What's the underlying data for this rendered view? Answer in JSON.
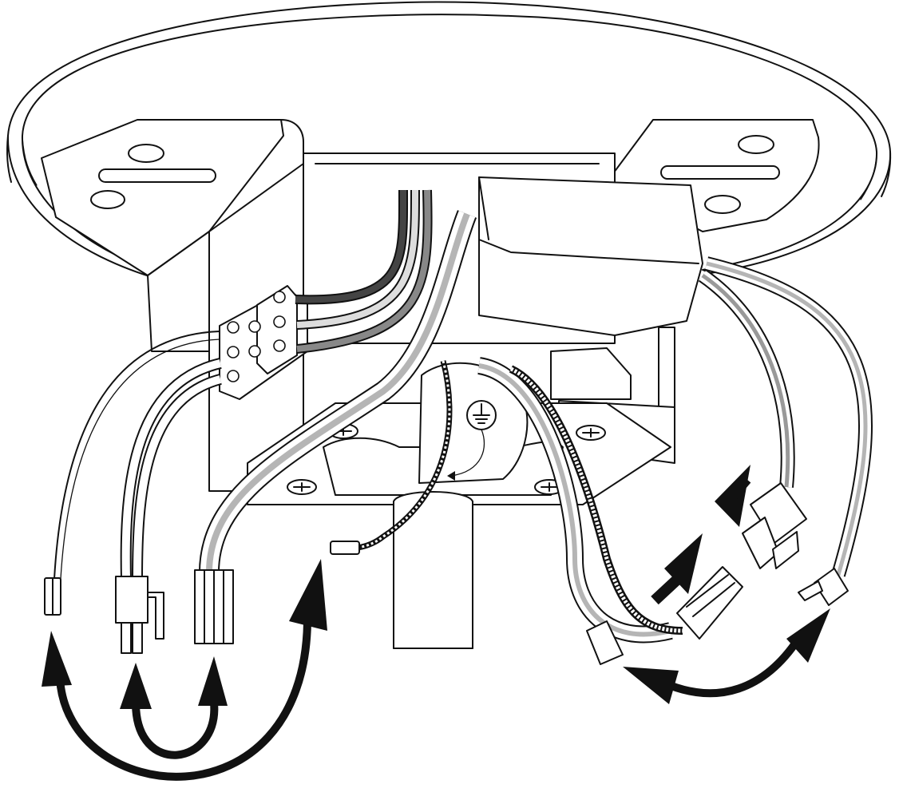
{
  "palette": {
    "line": "#111111",
    "background": "#ffffff",
    "wire_dark": "#444444",
    "wire_mid": "#777777",
    "wire_light": "#b5b5b5",
    "ground_braid": "#555555",
    "arrow": "#111111"
  },
  "icons": {
    "ground_symbol": "earth-ground-icon",
    "screw_head": "phillips-screw-icon"
  },
  "connections": [
    {
      "pair": "single-pin-to-ground-lug",
      "kind": "connect-arrow"
    },
    {
      "pair": "4-pin-male-to-3-pin-male",
      "kind": "connect-arrow"
    },
    {
      "pair": "right-plug-to-right-socket",
      "kind": "connect-arrow"
    },
    {
      "pair": "multi-pin-plug-to-multi-pin-socket",
      "kind": "insert-arrows"
    }
  ]
}
